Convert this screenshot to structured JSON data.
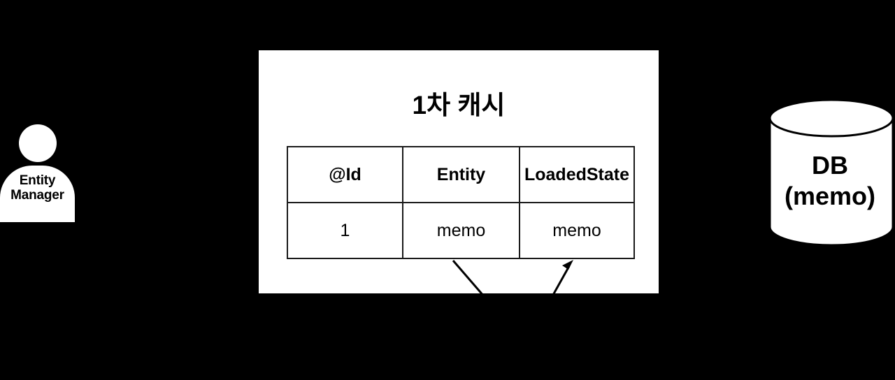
{
  "diagram": {
    "background_color": "#000000",
    "panel_color": "#ffffff",
    "stroke_color": "#000000",
    "actor": {
      "name": "entity-manager-actor",
      "label_line1": "Entity",
      "label_line2": "Manager"
    },
    "cache_panel": {
      "title": "1차 캐시",
      "table": {
        "headers": [
          "@Id",
          "Entity",
          "LoadedState"
        ],
        "rows": [
          [
            "1",
            "memo",
            "memo"
          ]
        ]
      }
    },
    "database": {
      "label_line1": "DB",
      "label_line2": "(memo)"
    },
    "connectors": [
      {
        "name": "entity-column-line",
        "type": "line",
        "arrowhead": false
      },
      {
        "name": "loadedstate-arrow",
        "type": "arrow",
        "arrowhead": true,
        "direction": "up-right"
      }
    ]
  }
}
